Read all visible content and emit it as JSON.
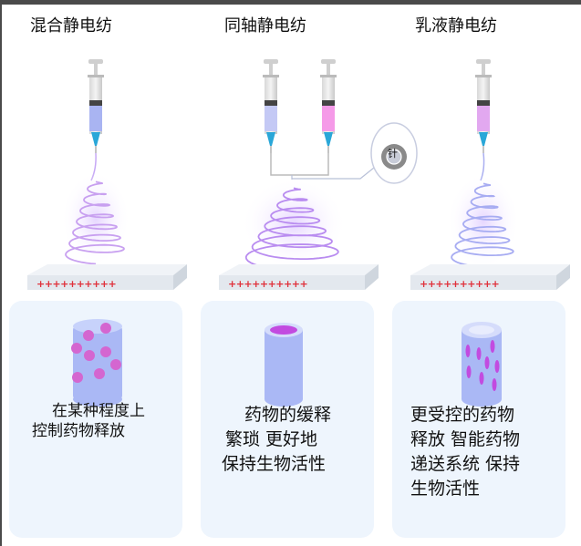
{
  "columns": [
    {
      "title": "混合静电纺",
      "description": [
        "在某种程度上",
        "控制药物释放"
      ]
    },
    {
      "title": "同轴静电纺",
      "description": [
        "药物的缓释",
        "繁琐 更好地",
        "保持生物活性"
      ]
    },
    {
      "title": "乳液静电纺",
      "description": [
        "更受控的药物",
        "释放 智能药物",
        "递送系统 保持",
        "生物活性"
      ]
    }
  ],
  "needle_label": "针",
  "collector_charges": "++++++++++",
  "colors": {
    "card_bg": "#eef5fd",
    "fiber": "#b58ef0",
    "drug": "#d466d0",
    "needle": "#2aa7d8",
    "charge": "#e0303a"
  }
}
